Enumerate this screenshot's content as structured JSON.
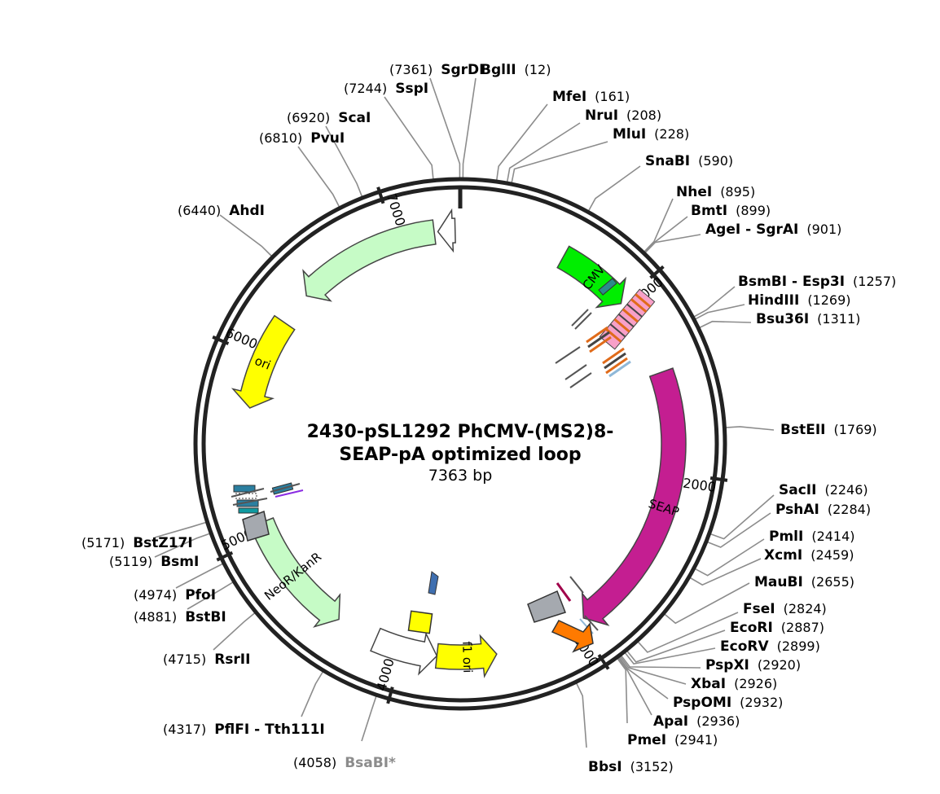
{
  "title_line1": "2430-pSL1292 PhCMV-(MS2)8-",
  "title_line2": "SEAP-pA optimized loop",
  "size_label": "7363 bp",
  "total_bp": 7363,
  "ticks": [
    {
      "bp": 1000,
      "label": "1000"
    },
    {
      "bp": 2000,
      "label": "2000"
    },
    {
      "bp": 3000,
      "label": "3000"
    },
    {
      "bp": 4000,
      "label": "4000"
    },
    {
      "bp": 5000,
      "label": "5000"
    },
    {
      "bp": 6000,
      "label": "6000"
    },
    {
      "bp": 7000,
      "label": "7000"
    }
  ],
  "features": [
    {
      "name": "CMV",
      "label": "CMV",
      "start": 590,
      "end": 1000,
      "color": "#00ee00",
      "dir": 1
    },
    {
      "name": "SEAP",
      "label": "SEAP",
      "start": 1440,
      "end": 2960,
      "color": "#c41e91",
      "dir": 1,
      "label_color": "#ffffff"
    },
    {
      "name": "f1 ori",
      "label": "f1 ori",
      "start": 3480,
      "end": 3810,
      "color": "#ffff00",
      "dir": -1
    },
    {
      "name": "NeoR/KanR",
      "label": "NeoR/KanR",
      "start": 4390,
      "end": 5080,
      "color": "#c6fbc6",
      "dir": -1
    },
    {
      "name": "ori",
      "label": "ori",
      "start": 5720,
      "end": 6230,
      "color": "#ffff00",
      "dir": -1
    },
    {
      "name": "AmpR",
      "label": "",
      "start": 6420,
      "end": 7220,
      "color": "#c6fbc6",
      "dir": -1
    },
    {
      "name": "AmpR promoter",
      "label": "",
      "start": 7240,
      "end": 7335,
      "color": "#ffffff",
      "dir": -1
    },
    {
      "name": "SV40 ori promoter",
      "label": "",
      "start": 3810,
      "end": 4160,
      "color": "#ffffff",
      "dir": -1
    }
  ],
  "sites": [
    {
      "name": "SgrDI",
      "pos": "(7361)",
      "bp": 7361
    },
    {
      "name": "BglII",
      "pos": "(12)",
      "bp": 12
    },
    {
      "name": "SspI",
      "pos": "(7244)",
      "bp": 7244
    },
    {
      "name": "MfeI",
      "pos": "(161)",
      "bp": 161
    },
    {
      "name": "NruI",
      "pos": "(208)",
      "bp": 208
    },
    {
      "name": "ScaI",
      "pos": "(6920)",
      "bp": 6920
    },
    {
      "name": "MluI",
      "pos": "(228)",
      "bp": 228
    },
    {
      "name": "PvuI",
      "pos": "(6810)",
      "bp": 6810
    },
    {
      "name": "SnaBI",
      "pos": "(590)",
      "bp": 590
    },
    {
      "name": "NheI",
      "pos": "(895)",
      "bp": 895
    },
    {
      "name": "AhdI",
      "pos": "(6440)",
      "bp": 6440
    },
    {
      "name": "BmtI",
      "pos": "(899)",
      "bp": 899
    },
    {
      "name": "AgeI - SgrAI",
      "pos": "(901)",
      "bp": 901
    },
    {
      "name": "BsmBI - Esp3I",
      "pos": "(1257)",
      "bp": 1257
    },
    {
      "name": "HindIII",
      "pos": "(1269)",
      "bp": 1269
    },
    {
      "name": "Bsu36I",
      "pos": "(1311)",
      "bp": 1311
    },
    {
      "name": "BstEII",
      "pos": "(1769)",
      "bp": 1769
    },
    {
      "name": "SacII",
      "pos": "(2246)",
      "bp": 2246
    },
    {
      "name": "PshAI",
      "pos": "(2284)",
      "bp": 2284
    },
    {
      "name": "PmlI",
      "pos": "(2414)",
      "bp": 2414
    },
    {
      "name": "BstZ17I",
      "pos": "(5171)",
      "bp": 5171
    },
    {
      "name": "XcmI",
      "pos": "(2459)",
      "bp": 2459
    },
    {
      "name": "BsmI",
      "pos": "(5119)",
      "bp": 5119
    },
    {
      "name": "MauBI",
      "pos": "(2655)",
      "bp": 2655
    },
    {
      "name": "PfoI",
      "pos": "(4974)",
      "bp": 4974
    },
    {
      "name": "FseI",
      "pos": "(2824)",
      "bp": 2824
    },
    {
      "name": "BstBI",
      "pos": "(4881)",
      "bp": 4881
    },
    {
      "name": "EcoRI",
      "pos": "(2887)",
      "bp": 2887
    },
    {
      "name": "EcoRV",
      "pos": "(2899)",
      "bp": 2899
    },
    {
      "name": "RsrII",
      "pos": "(4715)",
      "bp": 4715
    },
    {
      "name": "PspXI",
      "pos": "(2920)",
      "bp": 2920
    },
    {
      "name": "XbaI",
      "pos": "(2926)",
      "bp": 2926
    },
    {
      "name": "PspOMI",
      "pos": "(2932)",
      "bp": 2932
    },
    {
      "name": "ApaI",
      "pos": "(2936)",
      "bp": 2936
    },
    {
      "name": "PflFI - Tth111I",
      "pos": "(4317)",
      "bp": 4317
    },
    {
      "name": "PmeI",
      "pos": "(2941)",
      "bp": 2941
    },
    {
      "name": "BsaBI*",
      "pos": "(4058)",
      "bp": 4058,
      "grey": true
    },
    {
      "name": "BbsI",
      "pos": "(3152)",
      "bp": 3152
    }
  ]
}
